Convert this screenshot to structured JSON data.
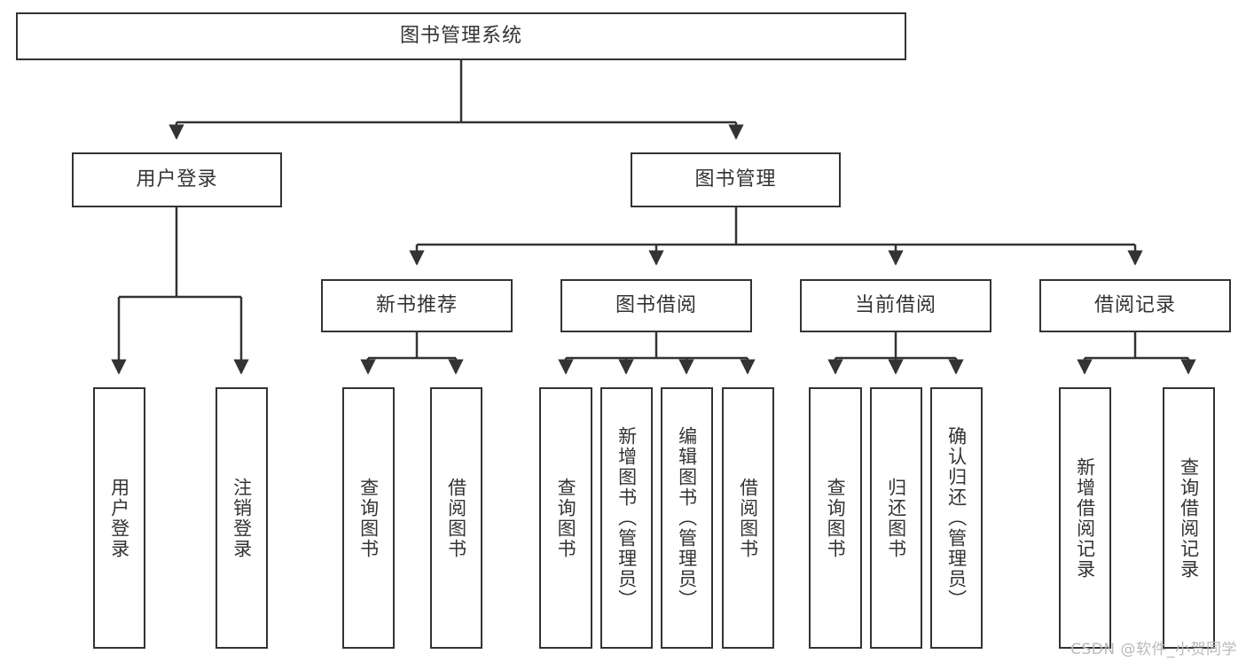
{
  "diagram": {
    "title": "图书管理系统",
    "type": "hierarchy-tree",
    "colors": {
      "stroke": "#333333",
      "fill": "#ffffff",
      "text": "#333333",
      "watermark": "#b9b9b9"
    },
    "root": {
      "label": "图书管理系统"
    },
    "level2": [
      {
        "label": "用户登录"
      },
      {
        "label": "图书管理"
      }
    ],
    "level3": [
      {
        "label": "新书推荐"
      },
      {
        "label": "图书借阅"
      },
      {
        "label": "当前借阅"
      },
      {
        "label": "借阅记录"
      }
    ],
    "leaves": {
      "user_login": [
        {
          "label": "用户登录"
        },
        {
          "label": "注销登录"
        }
      ],
      "new_book_recommend": [
        {
          "label": "查询图书"
        },
        {
          "label": "借阅图书"
        }
      ],
      "book_borrow": [
        {
          "label": "查询图书"
        },
        {
          "label": "新增图书（管理员）"
        },
        {
          "label": "编辑图书（管理员）"
        },
        {
          "label": "借阅图书"
        }
      ],
      "current_borrow": [
        {
          "label": "查询图书"
        },
        {
          "label": "归还图书"
        },
        {
          "label": "确认归还（管理员）"
        }
      ],
      "borrow_record": [
        {
          "label": "新增借阅记录"
        },
        {
          "label": "查询借阅记录"
        }
      ]
    },
    "watermark": "CSDN @软件_小贺同学"
  }
}
